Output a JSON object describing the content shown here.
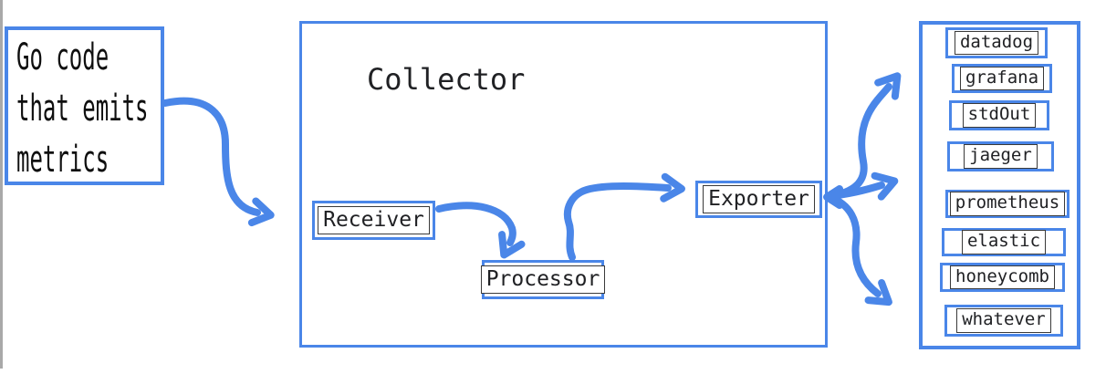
{
  "source": {
    "lines": [
      "Go code",
      "that emits",
      "metrics"
    ]
  },
  "collector": {
    "title": "Collector",
    "stages": [
      "Receiver",
      "Processor",
      "Exporter"
    ]
  },
  "sinks": [
    "datadog",
    "grafana",
    "stdOut",
    "jaeger",
    "prometheus",
    "elastic",
    "honeycomb",
    "whatever"
  ],
  "colors": {
    "accent": "#4a86e8",
    "ink": "#202124",
    "inner_border": "#3a3a3a",
    "edge_gray": "#a9a9a9"
  }
}
